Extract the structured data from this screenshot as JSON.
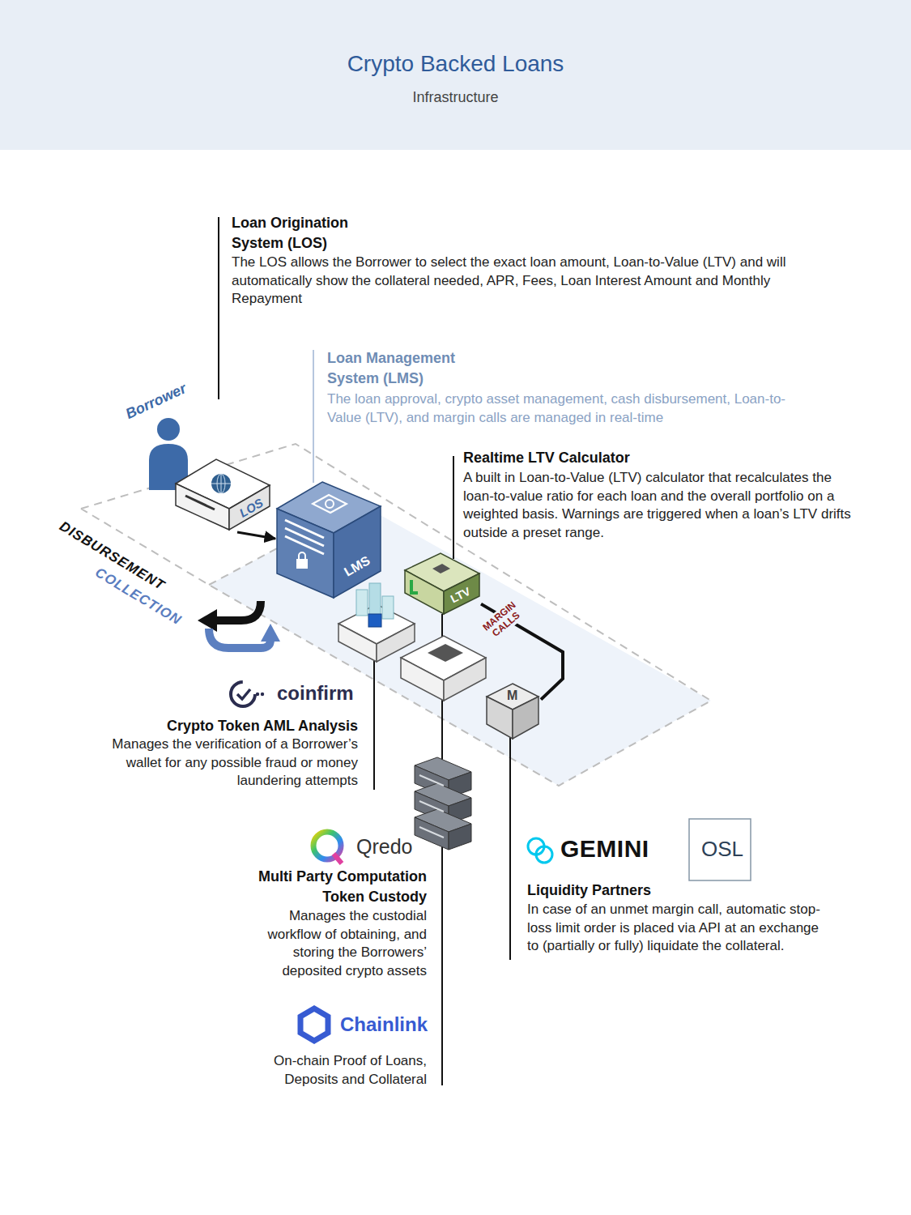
{
  "diagram": {
    "title": "Crypto Backed Loans",
    "nodes": [
      {
        "text": [
          "LOS"
        ]
      },
      {
        "text": [
          "LMS"
        ]
      },
      {
        "text": [
          "LTV"
        ]
      },
      {
        "text": [
          "M"
        ]
      }
    ],
    "edges": [
      {
        "from": 0,
        "to": 1,
        "arrow": "to"
      },
      {
        "from": 2,
        "to": 3,
        "label": "MARGIN CALLS",
        "arrow": "none"
      }
    ],
    "labels": [
      "Infrastructure",
      "Loan Origination System (LOS)",
      "The LOS allows the Borrower to select the exact loan amount, Loan-to-Value (LTV) and will automatically show the collateral needed, APR, Fees, Loan Interest Amount and Monthly Repayment",
      "Loan Management System (LMS)",
      "The loan approval, crypto asset management, cash disbursement, Loan-to-Value (LTV), and margin calls are managed in real-time",
      "Realtime LTV Calculator",
      "A built in Loan-to-Value (LTV) calculator that recalculates the loan-to-value ratio for each loan and the overall portfolio on a weighted basis. Warnings are triggered when a loan’s LTV drifts outside a preset range.",
      "Borrower",
      "DISBURSEMENT",
      "COLLECTION",
      "coinfirm",
      "Crypto Token AML Analysis",
      "Manages the verification of a Borrower’s wallet for any possible fraud or money laundering attempts",
      "Qredo",
      "Multi Party Computation Token Custody",
      "Manages the custodial workflow of obtaining, and storing the Borrowers’ deposited crypto assets",
      "Chainlink",
      "On-chain Proof of Loans, Deposits and Collateral",
      "GEMINI",
      "OSL",
      "Liquidity Partners",
      "In case of an unmet margin call, automatic stop-loss limit order is placed via API at an exchange to (partially or fully) liquidate the collateral."
    ]
  }
}
